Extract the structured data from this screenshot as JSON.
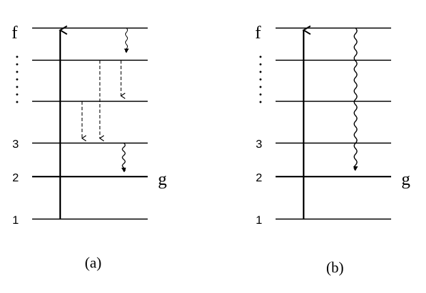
{
  "panels": [
    {
      "caption": "(a)",
      "levels": {
        "f": "f",
        "three": "3",
        "two": "2",
        "one": "1",
        "g": "g"
      }
    },
    {
      "caption": "(b)",
      "levels": {
        "f": "f",
        "three": "3",
        "two": "2",
        "one": "1",
        "g": "g"
      }
    }
  ]
}
